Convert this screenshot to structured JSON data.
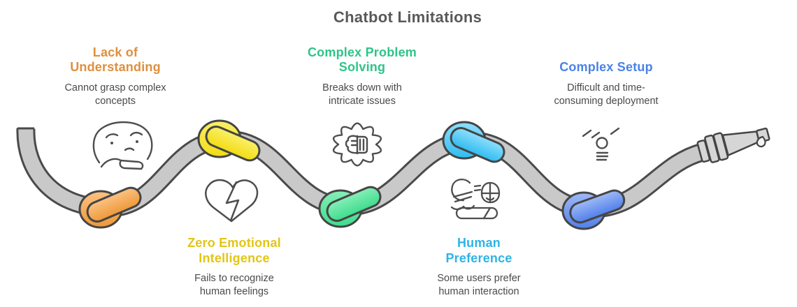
{
  "title": "Chatbot Limitations",
  "title_color": "#595959",
  "hose_color": "#C9C9C9",
  "items": [
    {
      "heading": "Lack of\nUnderstanding",
      "description": "Cannot grasp complex\nconcepts",
      "color": "#DF8F3E",
      "knot_color": "#F4A45B",
      "icon": "thinking-face-icon",
      "position": "top"
    },
    {
      "heading": "Zero Emotional\nIntelligence",
      "description": "Fails to recognize\nhuman feelings",
      "color": "#E2C516",
      "knot_color": "#F5E52B",
      "icon": "broken-heart-icon",
      "position": "bottom"
    },
    {
      "heading": "Complex Problem\nSolving",
      "description": "Breaks down with\nintricate issues",
      "color": "#2EC487",
      "knot_color": "#55E095",
      "icon": "gear-brain-icon",
      "position": "top"
    },
    {
      "heading": "Human\nPreference",
      "description": "Some users prefer\nhuman interaction",
      "color": "#2FB3E6",
      "knot_color": "#4BC7F3",
      "icon": "face-grid-toggle-icon",
      "position": "bottom"
    },
    {
      "heading": "Complex Setup",
      "description": "Difficult and time-\nconsuming deployment",
      "color": "#4A82E8",
      "knot_color": "#6590EC",
      "icon": "spark-icon",
      "position": "top"
    }
  ]
}
